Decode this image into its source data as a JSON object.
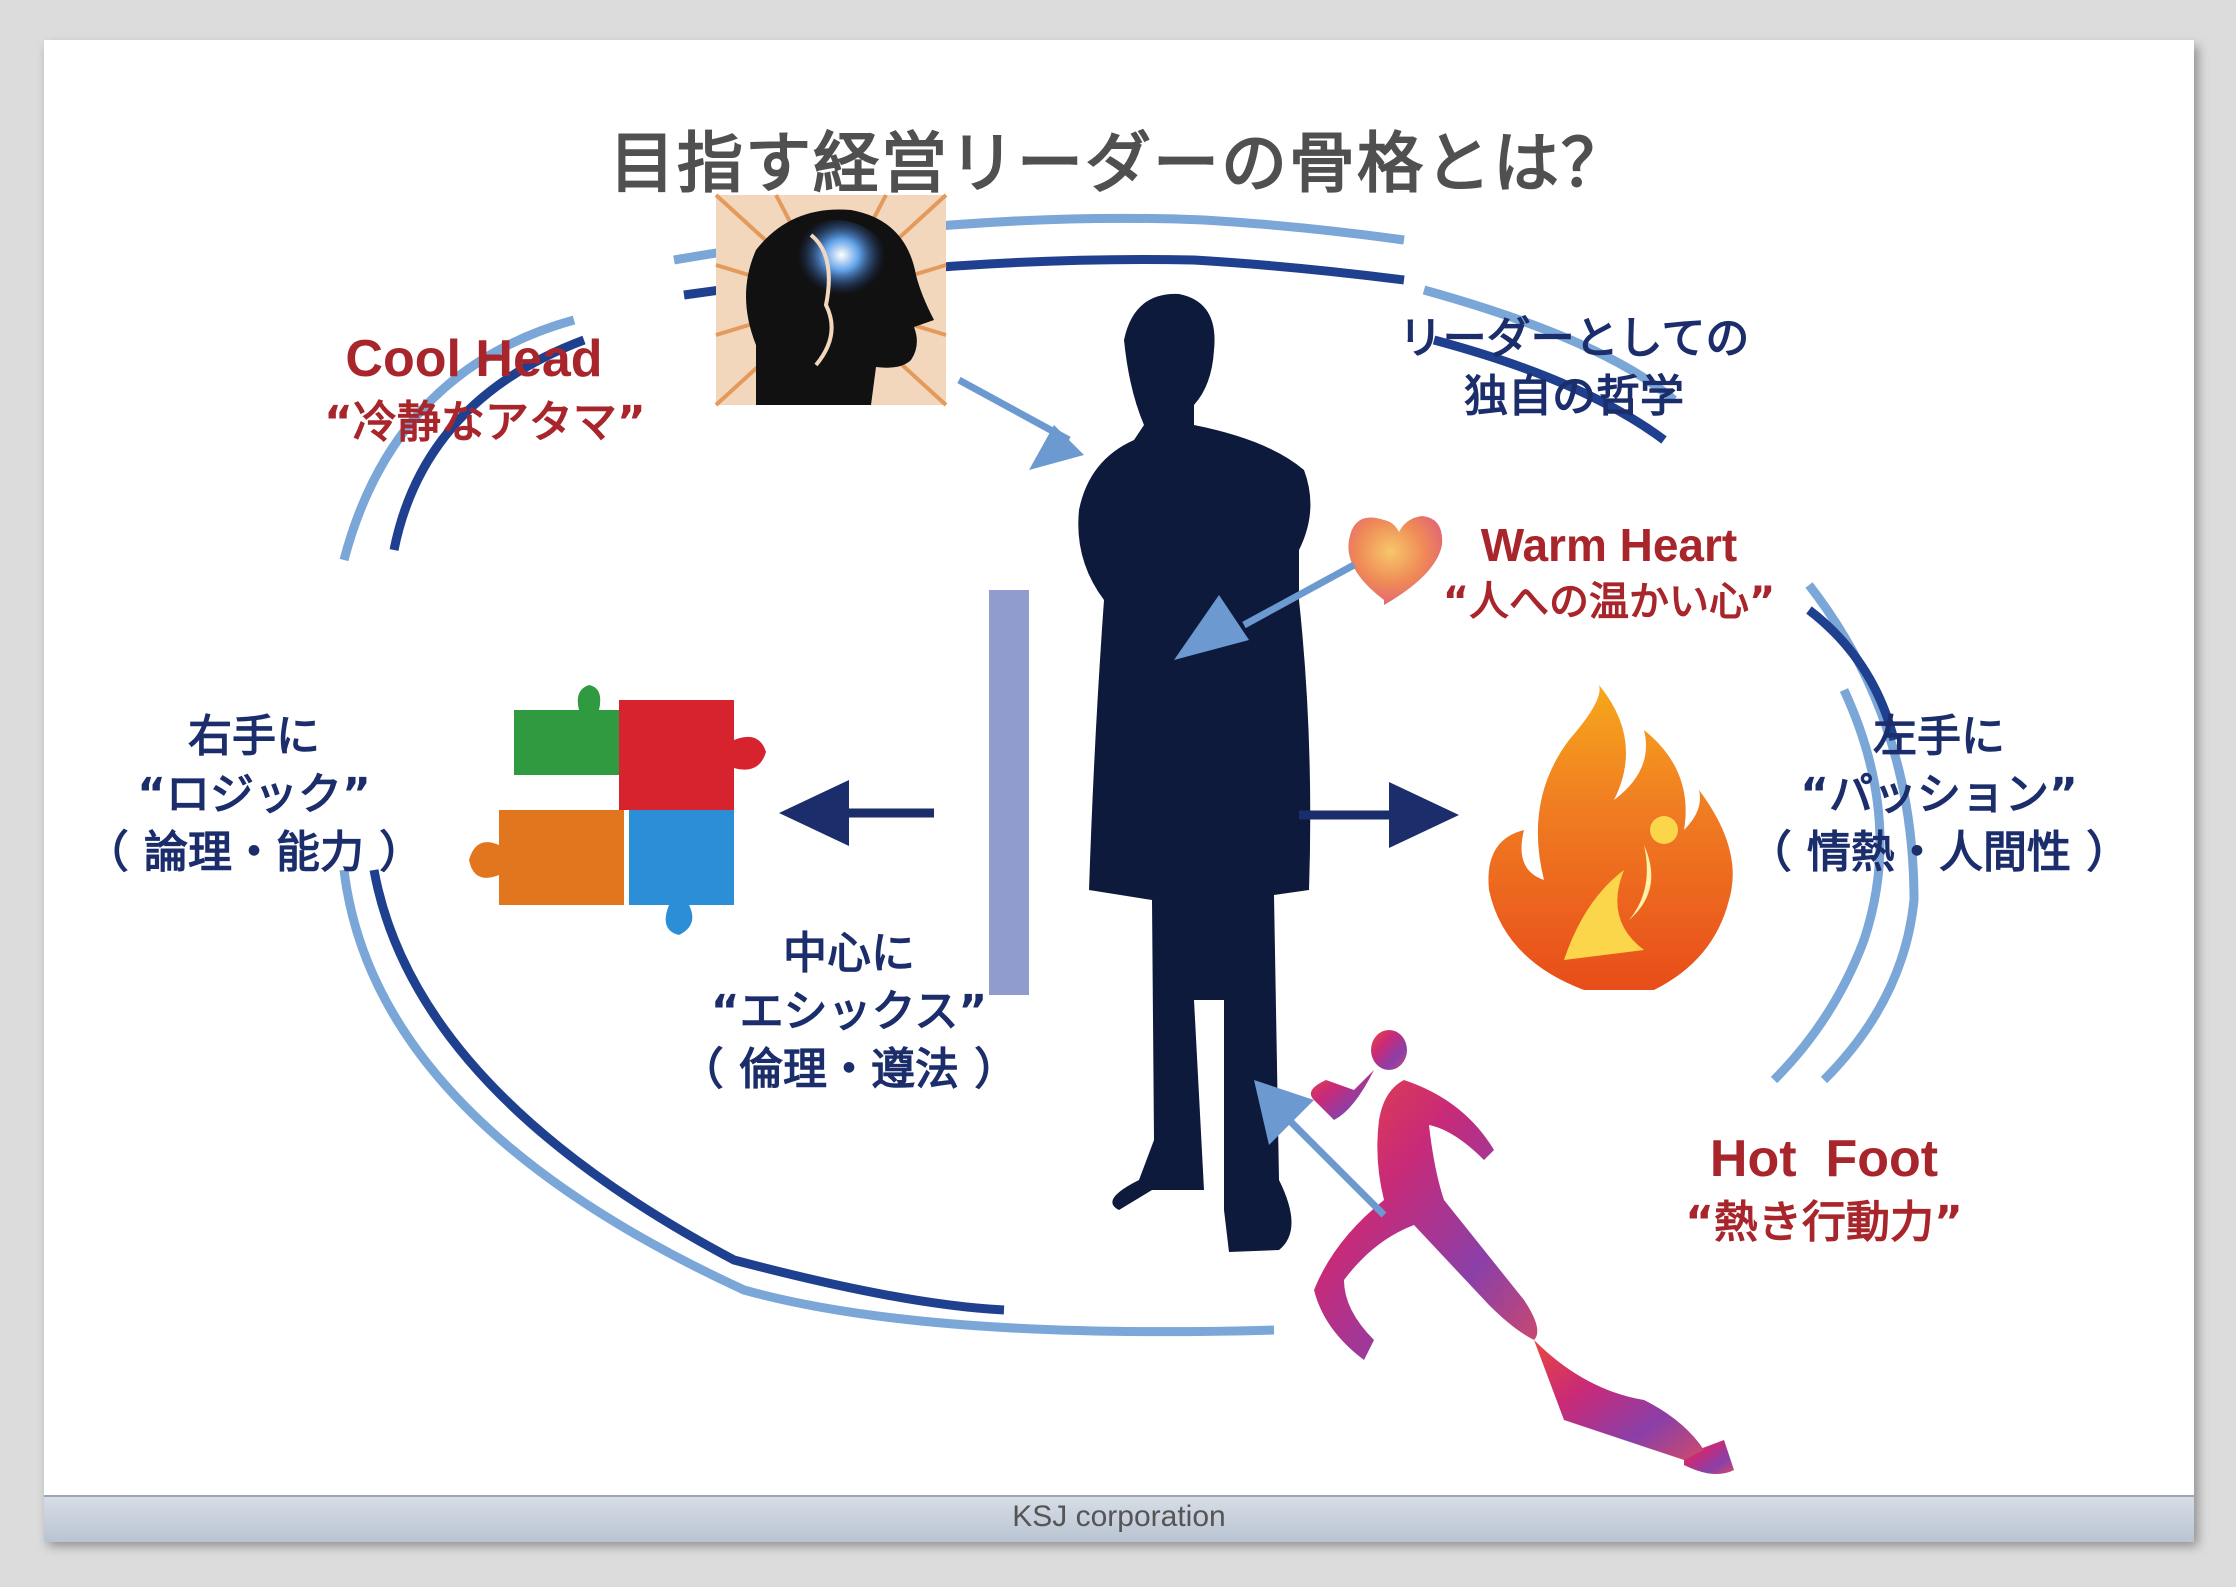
{
  "title": "目指す経営リーダーの骨格とは？",
  "footer": "KSJ corporation",
  "cool_head": {
    "en": "Cool Head",
    "jp": "“冷静なアタマ”"
  },
  "philosophy": {
    "line1": "リーダーとしての",
    "line2": "独自の哲学"
  },
  "warm_heart": {
    "en": "Warm Heart",
    "jp": "“人への温かい心”"
  },
  "right_hand": {
    "line1": "右手に",
    "line2": "“ロジック”",
    "line3": "（ 論理・能力 ）"
  },
  "left_hand": {
    "line1": "左手に",
    "line2": "“パッション”",
    "line3": "（ 情熱・人間性 ）"
  },
  "center": {
    "line1": "中心に",
    "line2": "“エシックス”",
    "line3": "（ 倫理・遵法 ）"
  },
  "hot_foot": {
    "en": "Hot  Foot",
    "jp": "“熱き行動力”"
  },
  "colors": {
    "title": "#505050",
    "red": "#a8252b",
    "navy": "#1b2e6b",
    "light_blue": "#7aa6d8",
    "dark_blue": "#1f3f8f"
  }
}
